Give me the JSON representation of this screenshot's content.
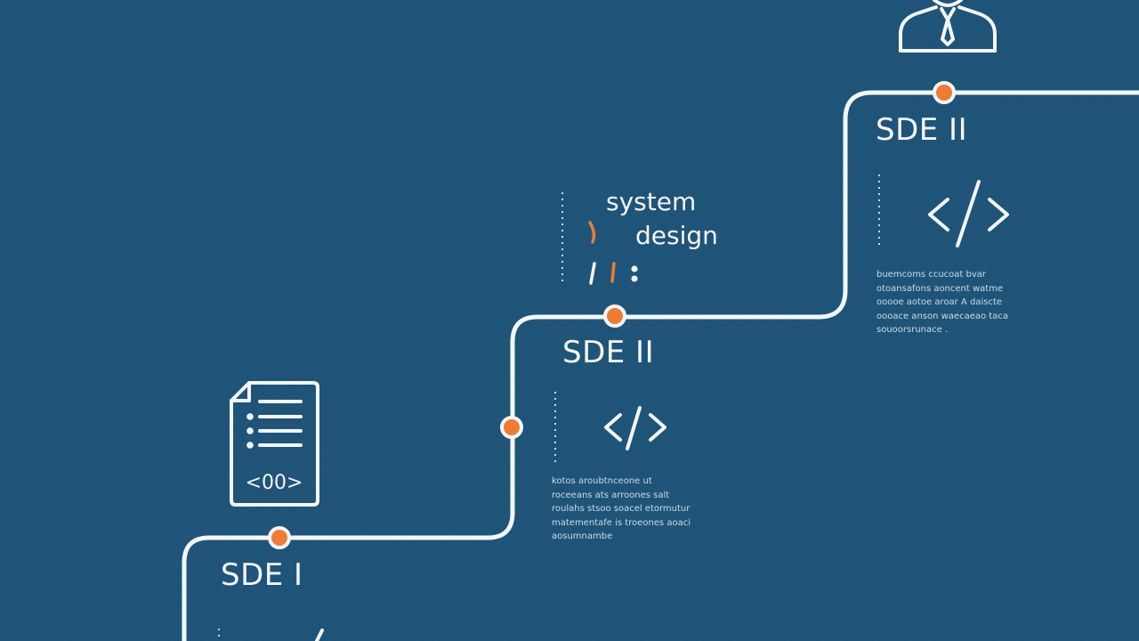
{
  "colors": {
    "background": "#1f5478",
    "line": "#f4f7fa",
    "accent": "#ee7d33"
  },
  "levels": [
    {
      "title": "SDE I",
      "icon": "document-code-icon",
      "description": []
    },
    {
      "title": "SDE II",
      "icon": "code-brackets-icon",
      "description": [
        "kotos aroubtnceone ut",
        "roceeans ats arroones salt",
        "roulahs stsoo soacel etormutur",
        "matementafe is troeones aoaci",
        "aosumnambe"
      ]
    },
    {
      "title": "SDE II",
      "icon": "code-brackets-icon",
      "description": [
        "buemcoms ccucoat bvar",
        "otoansafons aoncent watme",
        "ooooe aotoe aroar A daiscte",
        "oooace anson waecaeao taca",
        "souoorsrunace ."
      ]
    }
  ],
  "annotation": {
    "line1": "system",
    "line2": "design"
  },
  "top_icon": "person-tie-icon"
}
